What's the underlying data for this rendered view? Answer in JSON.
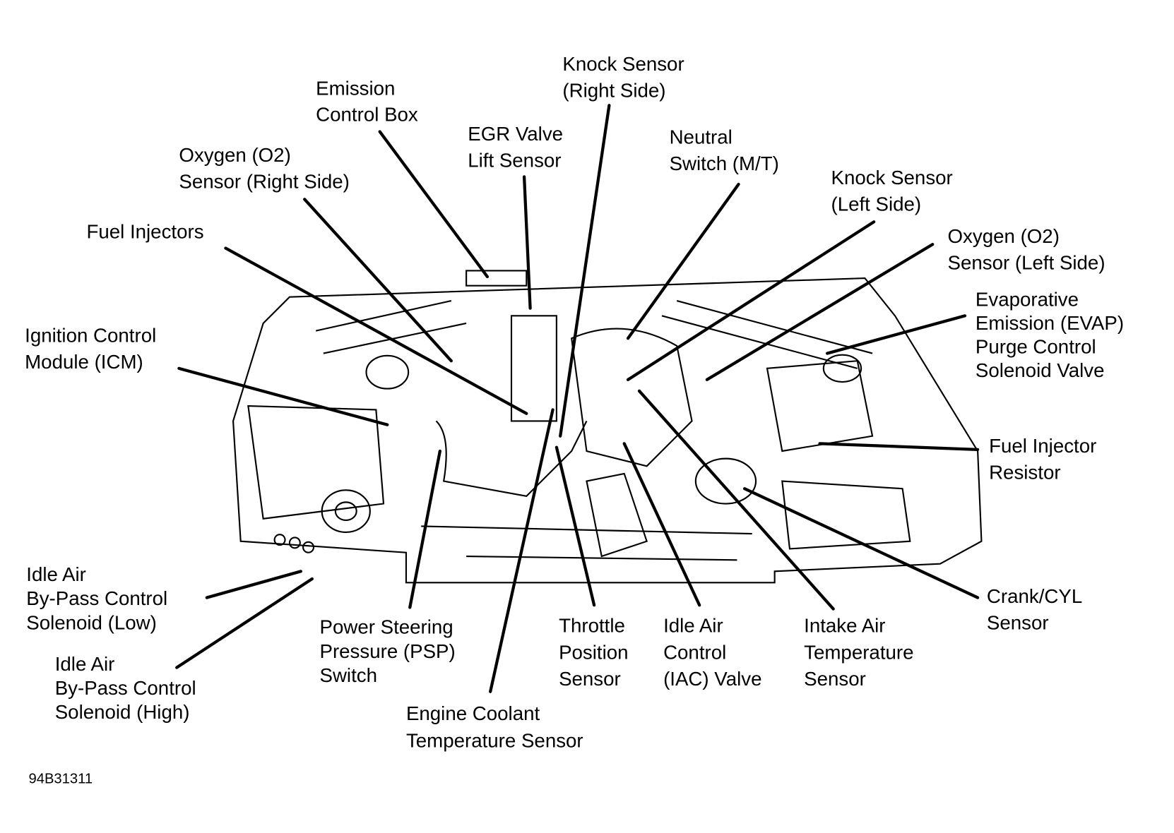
{
  "figure_code": "94B31311",
  "labels": [
    {
      "id": "knock-sensor-right",
      "lines": [
        "Knock Sensor",
        "(Right Side)"
      ]
    },
    {
      "id": "emission-control-box",
      "lines": [
        "Emission",
        "Control Box"
      ]
    },
    {
      "id": "egr-valve-lift-sensor",
      "lines": [
        "EGR Valve",
        "Lift Sensor"
      ]
    },
    {
      "id": "neutral-switch",
      "lines": [
        "Neutral",
        "Switch (M/T)"
      ]
    },
    {
      "id": "oxygen-sensor-right",
      "lines": [
        "Oxygen (O2)",
        "Sensor (Right Side)"
      ]
    },
    {
      "id": "knock-sensor-left",
      "lines": [
        "Knock Sensor",
        "(Left Side)"
      ]
    },
    {
      "id": "oxygen-sensor-left",
      "lines": [
        "Oxygen (O2)",
        "Sensor (Left Side)"
      ]
    },
    {
      "id": "fuel-injectors",
      "lines": [
        "Fuel Injectors"
      ]
    },
    {
      "id": "evap-purge-solenoid",
      "lines": [
        "Evaporative",
        "Emission (EVAP)",
        "Purge Control",
        "Solenoid Valve"
      ]
    },
    {
      "id": "ignition-control-module",
      "lines": [
        "Ignition Control",
        "Module (ICM)"
      ]
    },
    {
      "id": "fuel-injector-resistor",
      "lines": [
        "Fuel Injector",
        "Resistor"
      ]
    },
    {
      "id": "idle-air-bypass-low",
      "lines": [
        "Idle Air",
        "By-Pass Control",
        "Solenoid (Low)"
      ]
    },
    {
      "id": "idle-air-bypass-high",
      "lines": [
        "Idle Air",
        "By-Pass Control",
        "Solenoid (High)"
      ]
    },
    {
      "id": "psp-switch",
      "lines": [
        "Power Steering",
        "Pressure (PSP)",
        "Switch"
      ]
    },
    {
      "id": "engine-coolant-temp-sensor",
      "lines": [
        "Engine Coolant",
        "Temperature Sensor"
      ]
    },
    {
      "id": "throttle-position-sensor",
      "lines": [
        "Throttle",
        "Position",
        "Sensor"
      ]
    },
    {
      "id": "iac-valve",
      "lines": [
        "Idle Air",
        "Control",
        "(IAC) Valve"
      ]
    },
    {
      "id": "intake-air-temp-sensor",
      "lines": [
        "Intake Air",
        "Temperature",
        "Sensor"
      ]
    },
    {
      "id": "crank-cyl-sensor",
      "lines": [
        "Crank/CYL",
        "Sensor"
      ]
    }
  ]
}
